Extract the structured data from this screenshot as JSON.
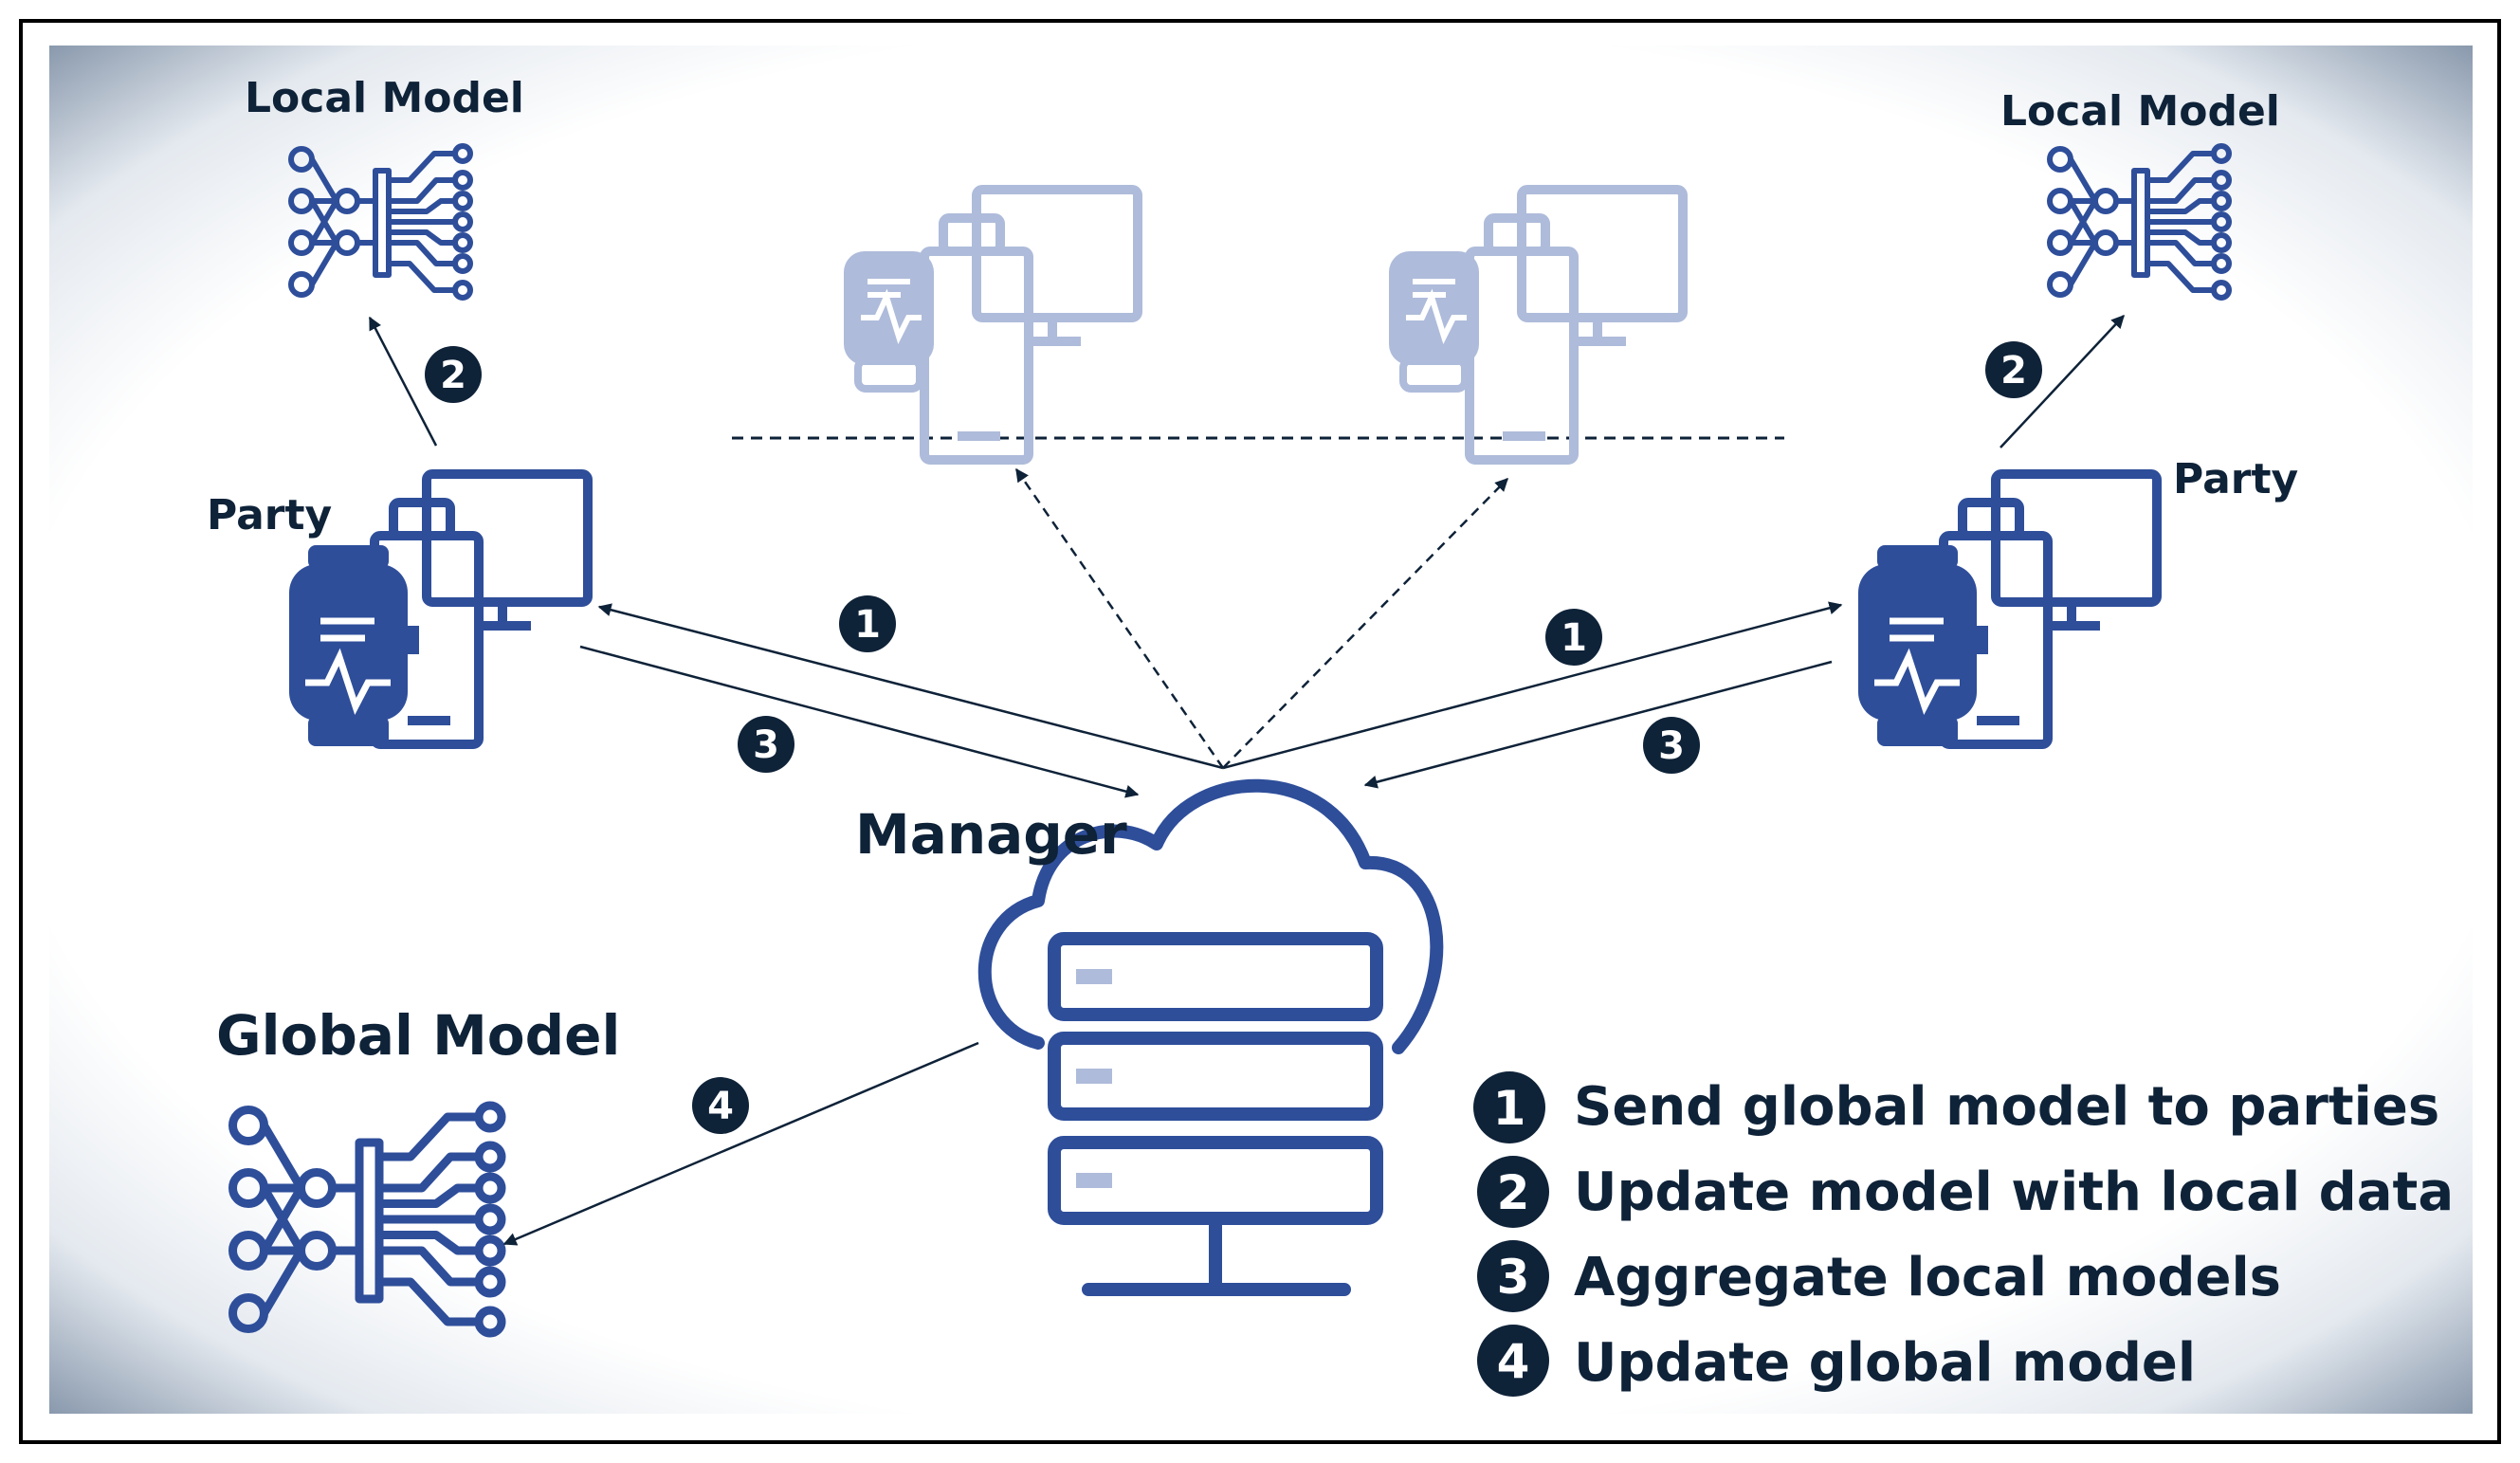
{
  "labels": {
    "local_model_left": "Local Model",
    "local_model_right": "Local Model",
    "party_left": "Party",
    "party_right": "Party",
    "manager": "Manager",
    "global_model": "Global Model"
  },
  "badges": {
    "one": "1",
    "two": "2",
    "three": "3",
    "four": "4"
  },
  "legend": [
    {
      "num": "1",
      "text": "Send global model to parties"
    },
    {
      "num": "2",
      "text": "Update model with local data"
    },
    {
      "num": "3",
      "text": "Aggregate local models"
    },
    {
      "num": "4",
      "text": "Update global model"
    }
  ],
  "colors": {
    "icon_blue": "#2E4E9A",
    "faded_blue": "#AEBBDA",
    "badge": "#0E2238",
    "text": "#0E2238",
    "vignette": "#7C8DA3"
  }
}
